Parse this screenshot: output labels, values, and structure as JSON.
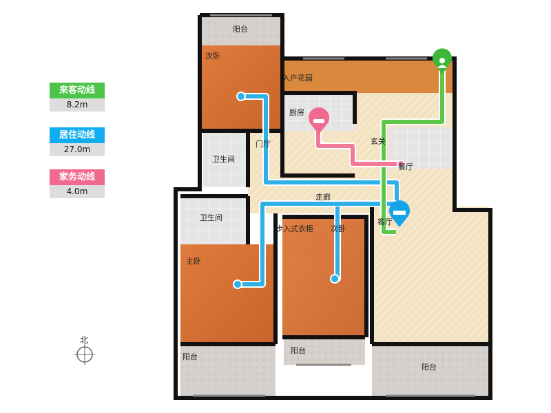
{
  "legend": [
    {
      "label": "来客动线",
      "value": "8.2m",
      "color": "#4cc44a"
    },
    {
      "label": "居住动线",
      "value": "27.0m",
      "color": "#10aef0"
    },
    {
      "label": "家务动线",
      "value": "4.0m",
      "color": "#f06a90"
    }
  ],
  "rooms": {
    "balcony_top": "阳台",
    "bedroom_top": "次卧",
    "entry_garden": "入户花园",
    "kitchen": "厨房",
    "foyer": "玄关",
    "dining": "餐厅",
    "bath_top": "卫生间",
    "hall": "门厅",
    "corridor": "走廊",
    "bath_lower": "卫生间",
    "walkin": "步入式衣柜",
    "bedroom_lower": "次卧",
    "living": "客厅",
    "master": "主卧",
    "balcony_left": "阳台",
    "balcony_mid": "阳台",
    "balcony_right": "阳台"
  },
  "compass": "北"
}
